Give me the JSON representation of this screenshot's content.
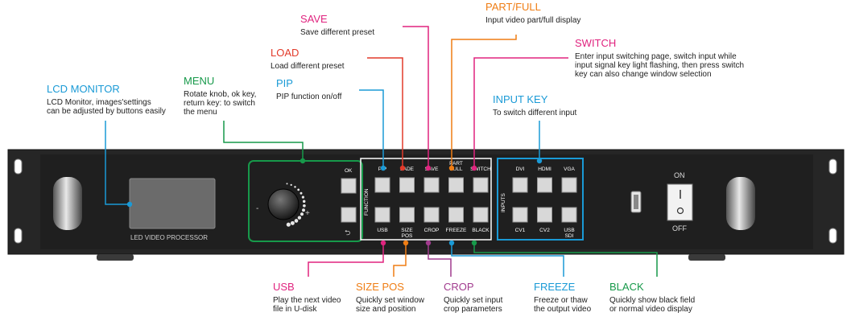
{
  "callouts": {
    "save": {
      "title": "SAVE",
      "desc": [
        "Save different preset"
      ],
      "color": "#e0247f"
    },
    "part_full": {
      "title": "PART/FULL",
      "desc": [
        "Input video part/full display"
      ],
      "color": "#ef7d14"
    },
    "load": {
      "title": "LOAD",
      "desc": [
        "Load different preset"
      ],
      "color": "#e23a2a"
    },
    "switch": {
      "title": "SWITCH",
      "desc": [
        "Enter input switching page,   switch input while",
        "input signal key light flashing, then press switch",
        "key can also change window selection"
      ],
      "color": "#e0247f"
    },
    "pip": {
      "title": "PIP",
      "desc": [
        "PIP function on/off"
      ],
      "color": "#1a9ad6"
    },
    "menu": {
      "title": "MENU",
      "desc": [
        "Rotate knob, ok key,",
        "return key: to switch",
        "the menu"
      ],
      "color": "#17994a"
    },
    "lcd_monitor": {
      "title": "LCD MONITOR",
      "desc": [
        "LCD Monitor, images'settings",
        "can be adjusted by buttons easily"
      ],
      "color": "#1a9ad6"
    },
    "input_key": {
      "title": "INPUT KEY",
      "desc": [
        "To switch different input"
      ],
      "color": "#1a9ad6"
    },
    "usb": {
      "title": "USB",
      "desc": [
        "Play the next video",
        "file in U-disk"
      ],
      "color": "#e0247f"
    },
    "size_pos": {
      "title": "SIZE POS",
      "desc": [
        "Quickly set window",
        "size and position"
      ],
      "color": "#ef7d14"
    },
    "crop": {
      "title": "CROP",
      "desc": [
        "Quickly set input",
        "crop parameters"
      ],
      "color": "#a13b8e"
    },
    "freeze": {
      "title": "FREEZE",
      "desc": [
        "Freeze or thaw",
        "the output video"
      ],
      "color": "#1a9ad6"
    },
    "black": {
      "title": "BLACK",
      "desc": [
        "Quickly show black field",
        "or normal video display"
      ],
      "color": "#17994a"
    }
  },
  "device": {
    "model_label": "LED VIDEO PROCESSOR",
    "ok_label": "OK",
    "back_symbol": "⮌",
    "knob_minus": "-",
    "knob_plus": "+",
    "function_label": "FUNCTION",
    "inputs_label": "INPUTS",
    "function_top": [
      "PIP",
      "LADE",
      "SAVE",
      "PART FULL",
      "SWITCH"
    ],
    "function_bottom": [
      "USB",
      "SIZE POS",
      "CROP",
      "FREEZE",
      "BLACK"
    ],
    "inputs_top": [
      "DVI",
      "HDMI",
      "VGA"
    ],
    "inputs_bottom": [
      "CV1",
      "CV2",
      "USB SDI"
    ],
    "power_on": "ON",
    "power_off": "OFF"
  }
}
